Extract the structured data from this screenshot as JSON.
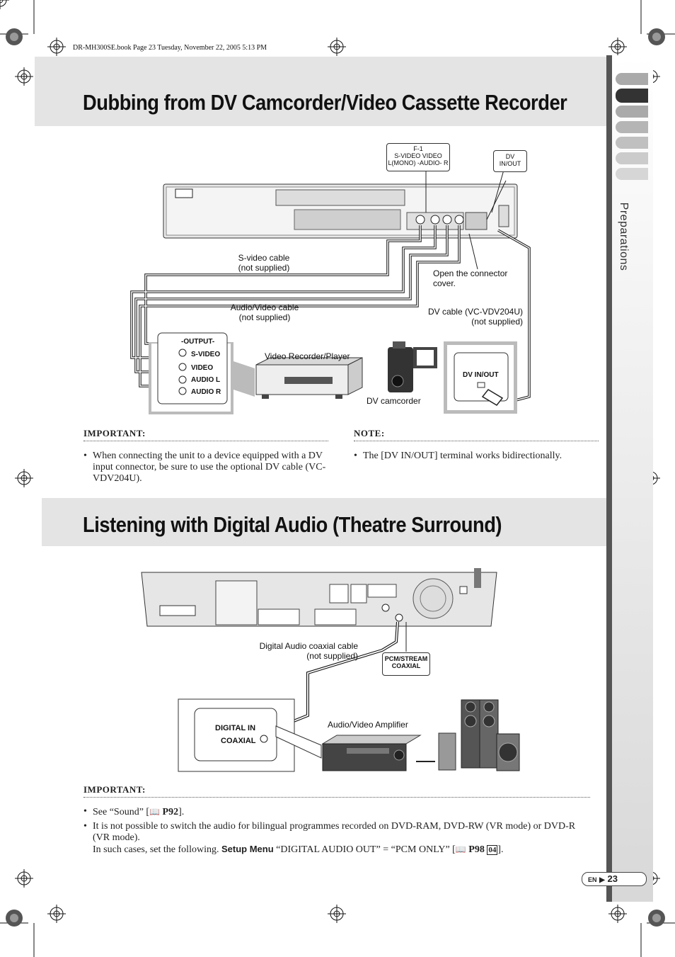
{
  "header": {
    "file_info": "DR-MH300SE.book  Page 23  Tuesday, November 22, 2005  5:13 PM"
  },
  "sidebar": {
    "section_label": "Preparations"
  },
  "section1": {
    "title": "Dubbing from DV Camcorder/Video Cassette Recorder",
    "callouts": {
      "f1": [
        "F-1",
        "S-VIDEO VIDEO",
        "L(MONO) -AUDIO- R"
      ],
      "dv": [
        "DV",
        "IN/OUT"
      ]
    },
    "labels": {
      "svideo_cable": [
        "S-video cable",
        "(not supplied)"
      ],
      "open_cover": [
        "Open the connector",
        "cover."
      ],
      "av_cable": [
        "Audio/Video cable",
        "(not supplied)"
      ],
      "dv_cable": [
        "DV cable (VC-VDV204U)",
        "(not supplied)"
      ],
      "video_recorder": "Video Recorder/Player",
      "dv_camcorder": "DV camcorder",
      "output_title": "-OUTPUT-",
      "output_ports": [
        "S-VIDEO",
        "VIDEO",
        "AUDIO L",
        "AUDIO R"
      ],
      "dv_inout": "DV IN/OUT"
    },
    "important_heading": "IMPORTANT:",
    "important_text": "When connecting the unit to a device equipped with a DV input connector, be sure to use the optional DV cable (VC-VDV204U).",
    "note_heading": "NOTE:",
    "note_text": "The [DV IN/OUT] terminal works bidirectionally."
  },
  "section2": {
    "title": "Listening with Digital Audio (Theatre Surround)",
    "labels": {
      "coax_cable": [
        "Digital Audio coaxial cable",
        "(not supplied)"
      ],
      "pcm_stream": [
        "PCM/STREAM",
        "COAXIAL"
      ],
      "digital_in": [
        "DIGITAL IN",
        "COAXIAL"
      ],
      "amplifier": "Audio/Video Amplifier"
    },
    "important_heading": "IMPORTANT:",
    "bullets": {
      "b1": {
        "a": "See “Sound” [",
        "ref": "P92",
        "b": "]."
      },
      "b2_line1": "It is not possible to switch the audio for bilingual programmes recorded on DVD-RAM, DVD-RW (VR mode) or DVD-R (VR mode).",
      "b2_line2_a": "In such cases, set the following. ",
      "b2_menu": "Setup Menu",
      "b2_line2_b": " “DIGITAL AUDIO OUT” = “PCM ONLY” [",
      "b2_ref": "P98",
      "b2_num": "04",
      "b2_end": "]."
    }
  },
  "footer": {
    "lang": "EN",
    "page": "23"
  }
}
